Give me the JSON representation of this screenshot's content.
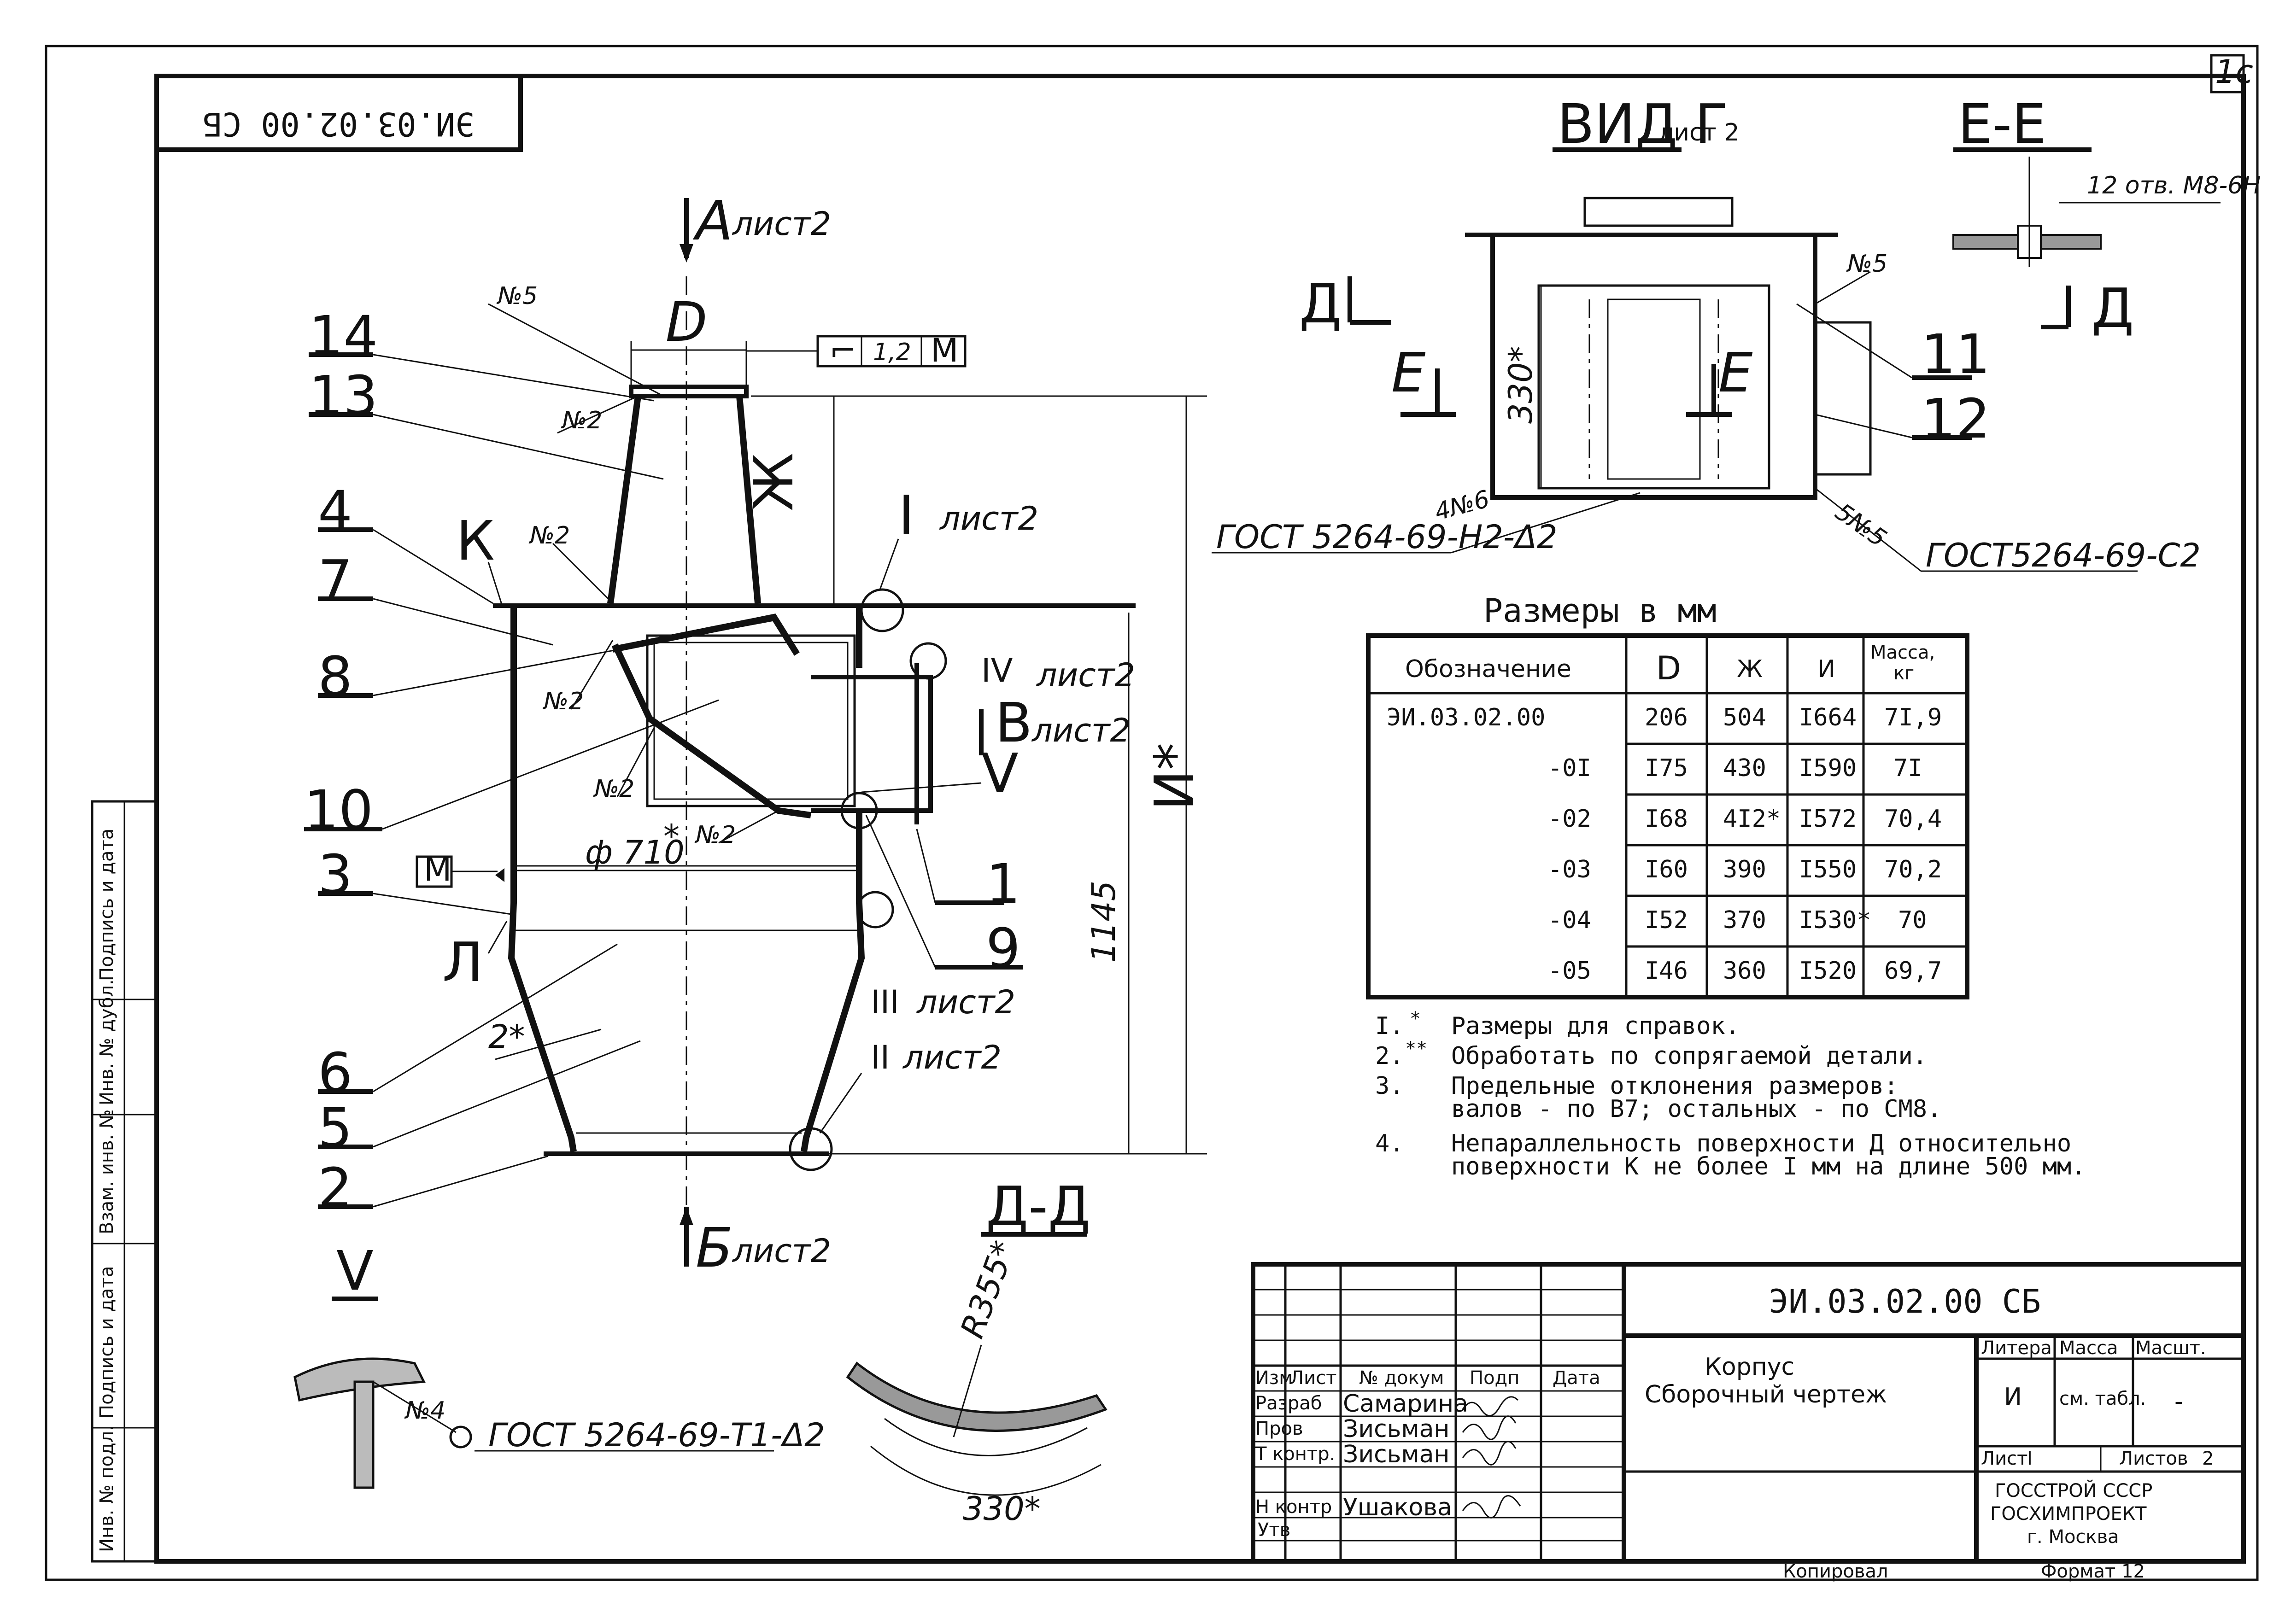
{
  "page_number": "1с",
  "doc_code_rotated": "ЭИ.03.02.00 СБ",
  "view_labels": {
    "a": "А",
    "a_sheet": "лист2",
    "b": "Б",
    "b_sheet": "лист2",
    "v": "В",
    "v_sheet": "лист2",
    "vid_g": "ВИД Г",
    "vid_g_sheet": "лист 2",
    "ee": "Е-Е",
    "dd_section": "Д-Д",
    "d_left": "Д",
    "d_right": "Д",
    "e_left": "Е",
    "e_center": "Е",
    "V_roman": "V",
    "V_roman2": "V",
    "I_detail": "I",
    "I_sheet": "лист2",
    "IV_detail": "IV",
    "IV_sheet": "лист2",
    "III_detail": "III",
    "III_sheet": "лист2",
    "II_detail": "II",
    "II_sheet": "лист2"
  },
  "dimensions": {
    "D": "D",
    "zh": "Ж",
    "i_star": "И*",
    "phi710": "ф 710",
    "star": "*",
    "d1145": "1145",
    "two_star": "2*",
    "d330_vert": "330*",
    "d330_arc": "330*",
    "r355": "R355*",
    "tol_symbol": "⌐",
    "tol_value": "1,2",
    "tol_ref": "М",
    "m_box": "М",
    "k_label": "К",
    "l_label": "Л"
  },
  "weld_marks": {
    "n5": "№5",
    "n2_a": "№2",
    "n2_b": "№2",
    "n2_c": "№2",
    "n2_d": "№2",
    "n2_e": "№2",
    "n5_view": "№5",
    "n4_view": "4№6",
    "n5_view2": "5№5",
    "n4_detail": "№4",
    "holes": "12 отв. М8-6Н",
    "gost_h2": "ГОСТ 5264-69-Н2-Δ2",
    "gost_c2": "ГОСТ5264-69-С2",
    "gost_t1": "ГОСТ 5264-69-Т1-Δ2"
  },
  "callouts": [
    "14",
    "13",
    "4",
    "7",
    "8",
    "10",
    "3",
    "6",
    "5",
    "2",
    "1",
    "9",
    "11",
    "12"
  ],
  "table": {
    "caption": "Размеры в мм",
    "headers": [
      "Обозначение",
      "D",
      "Ж",
      "И",
      "Масса,\nкг"
    ],
    "rows": [
      [
        "ЭИ.03.02.00",
        "206",
        "504",
        "I664",
        "7I,9"
      ],
      [
        "-0I",
        "I75",
        "430",
        "I590",
        "7I"
      ],
      [
        "-02",
        "I68",
        "4I2*",
        "I572",
        "70,4"
      ],
      [
        "-03",
        "I60",
        "390",
        "I550",
        "70,2"
      ],
      [
        "-04",
        "I52",
        "370",
        "I530*",
        "70"
      ],
      [
        "-05",
        "I46",
        "360",
        "I520",
        "69,7"
      ]
    ]
  },
  "notes": [
    {
      "num": "I.",
      "mark": "*",
      "text": "Размеры для справок."
    },
    {
      "num": "2.",
      "mark": "**",
      "text": "Обработать по сопрягаемой детали."
    },
    {
      "num": "3.",
      "mark": "",
      "text": "Предельные отклонения размеров:"
    },
    {
      "num": "",
      "mark": "",
      "text": "валов - по В7; остальных - по СМ8."
    },
    {
      "num": "4.",
      "mark": "",
      "text": "Непараллельность поверхности Д относительно"
    },
    {
      "num": "",
      "mark": "",
      "text": "поверхности К не более I мм на длине 500 мм."
    }
  ],
  "title_block": {
    "code": "ЭИ.03.02.00 СБ",
    "name_line1": "Корпус",
    "name_line2": "Сборочный чертеж",
    "col_izm": "Изм",
    "col_list": "Лист",
    "col_doc": "№ докум",
    "col_podp": "Подп",
    "col_date": "Дата",
    "role_razrab": "Разраб",
    "name_razrab": "Самарина",
    "role_prov": "Пров",
    "name_prov": "Зисьман",
    "role_tkontr": "Т контр.",
    "name_tkontr": "Зисьман",
    "role_nkontr": "Н контр",
    "name_nkontr": "Ушакова",
    "role_utv": "Утв",
    "litera_h": "Литера",
    "massa_h": "Масса",
    "masshtab_h": "Масшт.",
    "litera_v": "И",
    "massa_v": "см. табл.",
    "masshtab_v": "-",
    "list_label": "Лист",
    "list_val": "I",
    "listov_label": "Листов",
    "listov_val": "2",
    "org1": "ГОССТРОЙ СССР",
    "org2": "ГОСХИМПРОЕКТ",
    "org3": "г. Москва"
  },
  "side_stamp": [
    "Подпись и дата",
    "Инв. № дубл.",
    "Взам. инв. №",
    "Подпись и дата",
    "Инв. № подл."
  ],
  "footer": {
    "copied": "Копировал",
    "format": "Формат 12"
  }
}
